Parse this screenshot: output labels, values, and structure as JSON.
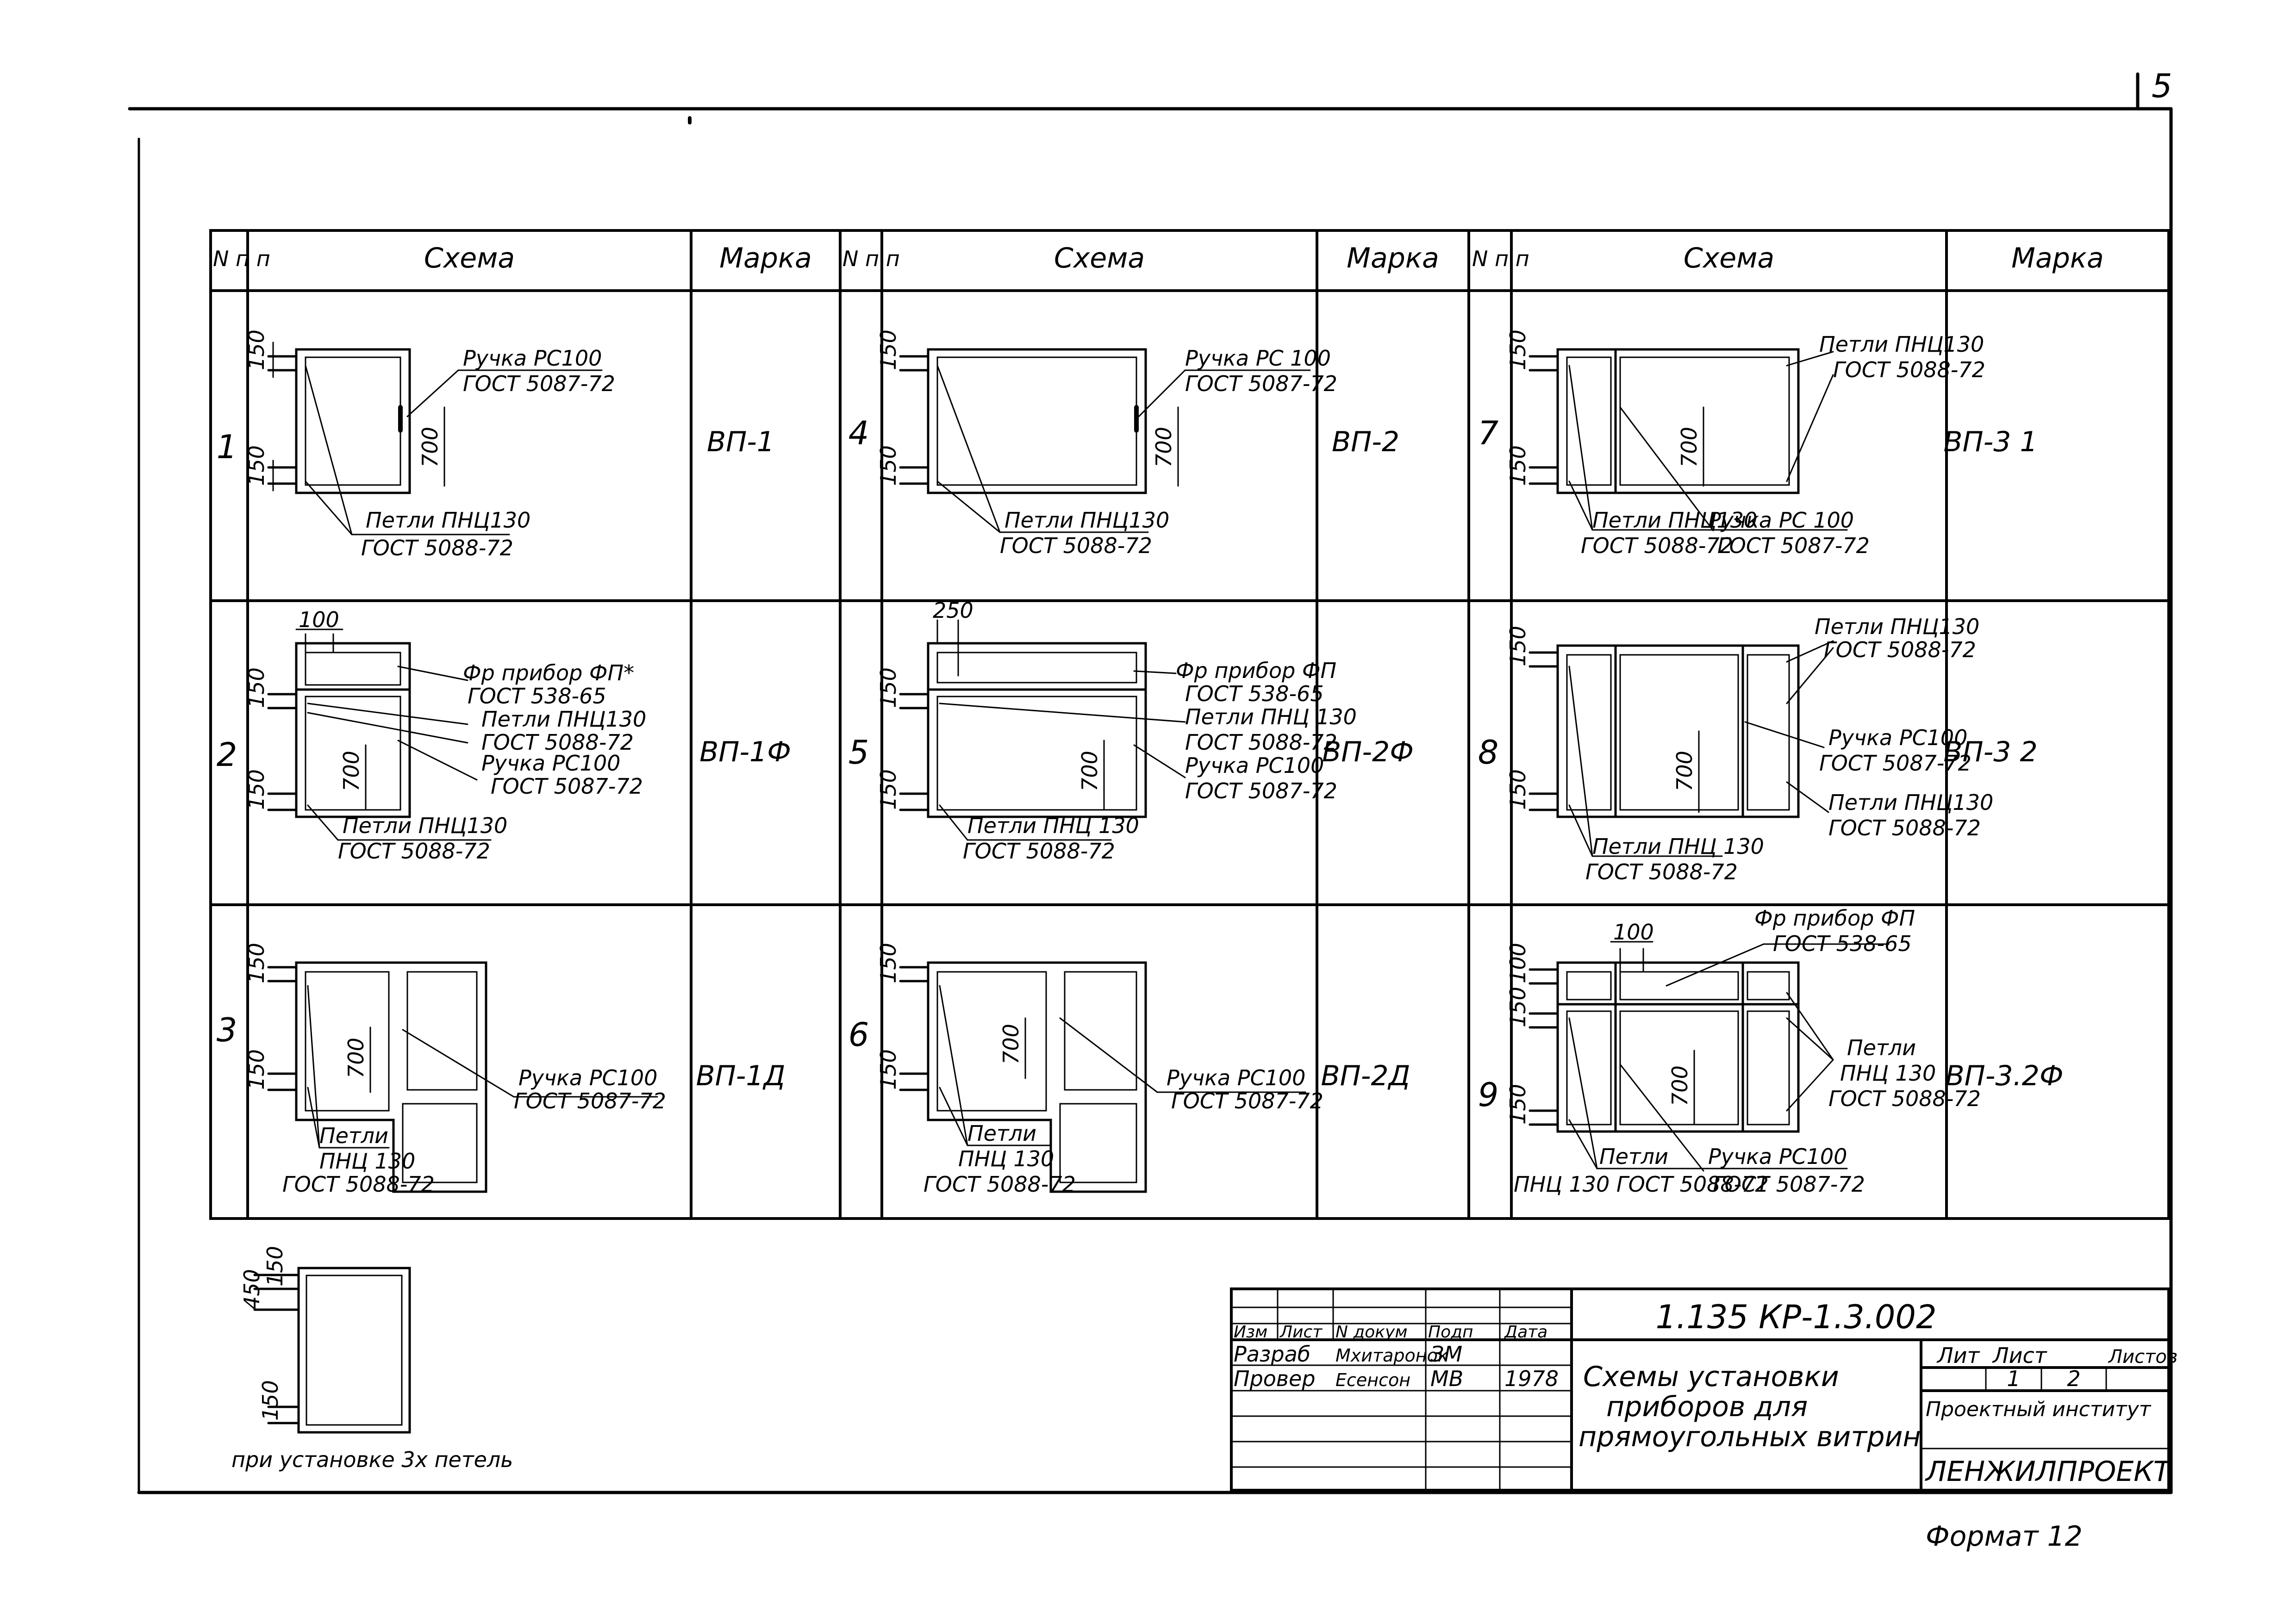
{
  "page_number": "5",
  "table": {
    "col_headers": {
      "nn": "N п п",
      "scheme": "Схема",
      "mark": "Марка"
    },
    "items": [
      {
        "n": "1",
        "mark": "ВП-1",
        "notes": [
          "Ручка РС100",
          "ГОСТ 5087-72",
          "Петли ПНЦ130",
          "ГОСТ 5088-72"
        ],
        "dims": [
          "150",
          "150",
          "700"
        ]
      },
      {
        "n": "2",
        "mark": "ВП-1Ф",
        "notes": [
          "Фр прибор ФП*",
          "ГОСТ 538-65",
          "Петли ПНЦ130",
          "ГОСТ 5088-72",
          "Ручка РС100",
          "ГОСТ 5087-72",
          "Петли ПНЦ130",
          "ГОСТ 5088-72"
        ],
        "dims": [
          "100",
          "150",
          "150",
          "700"
        ]
      },
      {
        "n": "3",
        "mark": "ВП-1Д",
        "notes": [
          "Ручка РС100",
          "ГОСТ 5087-72",
          "Петли",
          "ПНЦ 130",
          "ГОСТ 5088-72"
        ],
        "dims": [
          "150",
          "150",
          "700"
        ]
      },
      {
        "n": "4",
        "mark": "ВП-2",
        "notes": [
          "Ручка РС 100",
          "ГОСТ 5087-72",
          "Петли ПНЦ130",
          "ГОСТ 5088-72"
        ],
        "dims": [
          "150",
          "150",
          "700"
        ]
      },
      {
        "n": "5",
        "mark": "ВП-2Ф",
        "notes": [
          "Фр прибор ФП",
          "ГОСТ 538-65",
          "Петли ПНЦ 130",
          "ГОСТ 5088-72",
          "Ручка РС100",
          "ГОСТ 5087-72",
          "Петли ПНЦ 130",
          "ГОСТ 5088-72"
        ],
        "dims": [
          "250",
          "150",
          "150",
          "700"
        ]
      },
      {
        "n": "6",
        "mark": "ВП-2Д",
        "notes": [
          "Ручка РС100",
          "ГОСТ 5087-72",
          "Петли",
          "ПНЦ 130",
          "ГОСТ 5088-72"
        ],
        "dims": [
          "150",
          "150",
          "700"
        ]
      },
      {
        "n": "7",
        "mark": "ВП-3 1",
        "notes": [
          "Петли ПНЦ130",
          "ГОСТ 5088-72",
          "Петли ПНЦ130",
          "ГОСТ 5088-72",
          "Ручка РС 100",
          "ГОСТ 5087-72"
        ],
        "dims": [
          "150",
          "150",
          "700"
        ]
      },
      {
        "n": "8",
        "mark": "ВП-3 2",
        "notes": [
          "Петли ПНЦ130",
          "ГОСТ 5088-72",
          "Ручка РС100",
          "ГОСТ 5087-72",
          "Петли ПНЦ130",
          "ГОСТ 5088-72",
          "Петли ПНЦ 130",
          "ГОСТ 5088-72"
        ],
        "dims": [
          "150",
          "150",
          "700"
        ]
      },
      {
        "n": "9",
        "mark": "ВП-3.2Ф",
        "notes": [
          "Фр прибор ФП",
          "ГОСТ 538-65",
          "Петли",
          "ПНЦ 130",
          "ГОСТ 5088-72",
          "Петли",
          "ПНЦ 130 ГОСТ 5088-72",
          "Ручка РС100",
          "ГОСТ 5087-72"
        ],
        "dims": [
          "100",
          "100",
          "150",
          "150",
          "700"
        ]
      }
    ]
  },
  "extra_detail": {
    "caption": "при установке 3х петель",
    "dims": [
      "450",
      "150",
      "150"
    ]
  },
  "title_block": {
    "doc_code": "1.135 КР-1.3.002",
    "headers": [
      "Изм",
      "Лист",
      "N докум",
      "Подп",
      "Дата"
    ],
    "rows": [
      {
        "role": "Разраб",
        "name": "Мхитаронок",
        "sign": "ЗМ",
        "date": ""
      },
      {
        "role": "Провер",
        "name": "Есенсон",
        "sign": "МВ",
        "date": "1978"
      }
    ],
    "title_lines": [
      "Схемы установки",
      "приборов для",
      "прямоугольных витрин"
    ],
    "lit_header": "Лит",
    "sheet_header": "Лист",
    "sheets_header": "Листов",
    "sheet": "1",
    "sheets": "2",
    "org_line1": "Проектный институт",
    "org_line2": "ЛЕНЖИЛПРОЕКТ"
  },
  "format": "Формат 12"
}
